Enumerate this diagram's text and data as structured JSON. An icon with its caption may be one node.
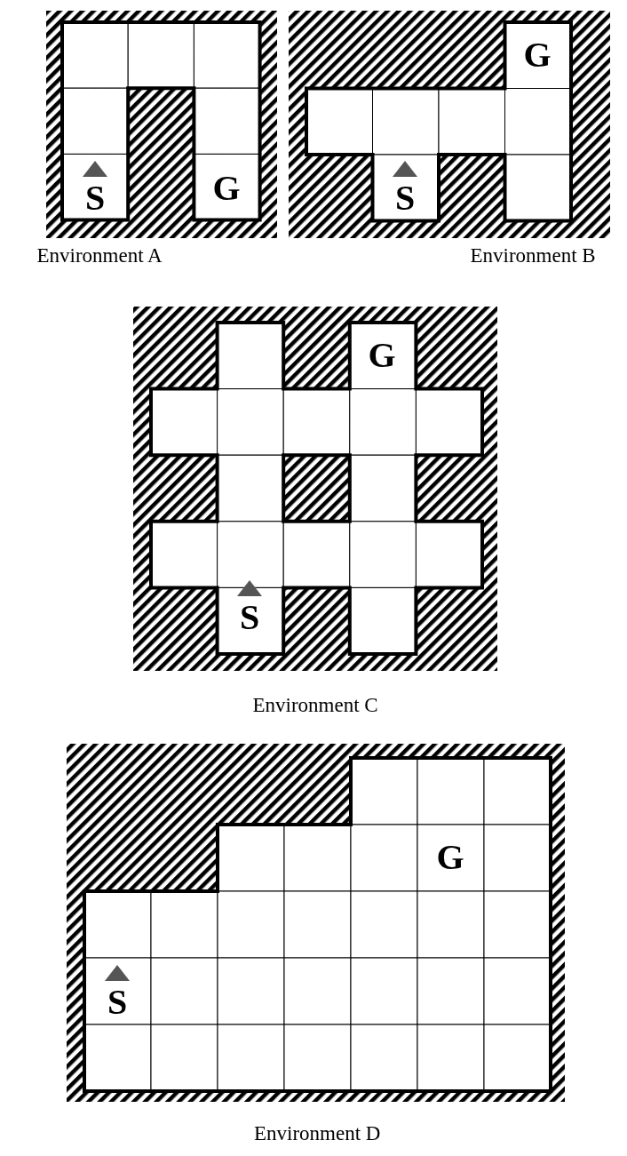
{
  "diagram": {
    "labels": [
      "G",
      "S",
      "G",
      "S",
      "Environment A",
      "Environment B",
      "G",
      "S",
      "Environment C",
      "G",
      "S",
      "Environment D"
    ]
  }
}
